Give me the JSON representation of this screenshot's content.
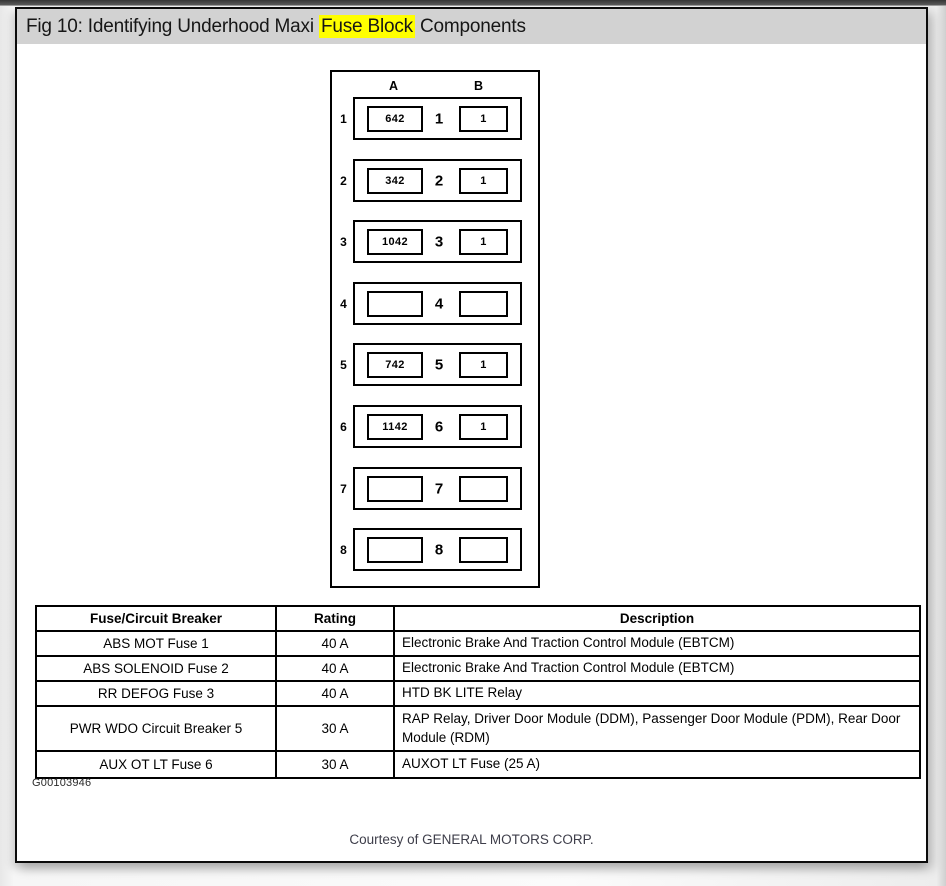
{
  "page": {
    "title_prefix": "Fig 10: Identifying Underhood Maxi ",
    "title_highlight": "Fuse Block",
    "title_suffix": " Components",
    "figure_id": "G00103946",
    "courtesy": "Courtesy of GENERAL MOTORS CORP."
  },
  "colors": {
    "highlight": "#ffff00",
    "titlebar_bg": "#d2d2d2",
    "diagram_line": "#000000",
    "courtesy_text": "#3e3e4a"
  },
  "diagram": {
    "column_labels": [
      "A",
      "B"
    ],
    "rows": [
      {
        "index": "1",
        "a_label": "642",
        "center": "1",
        "b_label": "1"
      },
      {
        "index": "2",
        "a_label": "342",
        "center": "2",
        "b_label": "1"
      },
      {
        "index": "3",
        "a_label": "1042",
        "center": "3",
        "b_label": "1"
      },
      {
        "index": "4",
        "a_label": "",
        "center": "4",
        "b_label": ""
      },
      {
        "index": "5",
        "a_label": "742",
        "center": "5",
        "b_label": "1"
      },
      {
        "index": "6",
        "a_label": "1142",
        "center": "6",
        "b_label": "1"
      },
      {
        "index": "7",
        "a_label": "",
        "center": "7",
        "b_label": ""
      },
      {
        "index": "8",
        "a_label": "",
        "center": "8",
        "b_label": ""
      }
    ]
  },
  "table": {
    "headers": [
      "Fuse/Circuit Breaker",
      "Rating",
      "Description"
    ],
    "rows": [
      [
        "ABS MOT Fuse 1",
        "40 A",
        "Electronic Brake And Traction Control Module (EBTCM)"
      ],
      [
        "ABS SOLENOID Fuse 2",
        "40 A",
        "Electronic Brake And Traction Control Module (EBTCM)"
      ],
      [
        "RR DEFOG Fuse 3",
        "40 A",
        "HTD BK LITE Relay"
      ],
      [
        "PWR WDO Circuit Breaker 5",
        "30 A",
        "RAP Relay, Driver Door Module (DDM), Passenger Door Module (PDM), Rear Door Module (RDM)"
      ],
      [
        "AUX OT LT Fuse 6",
        "30 A",
        "AUXOT LT Fuse (25 A)"
      ]
    ]
  }
}
